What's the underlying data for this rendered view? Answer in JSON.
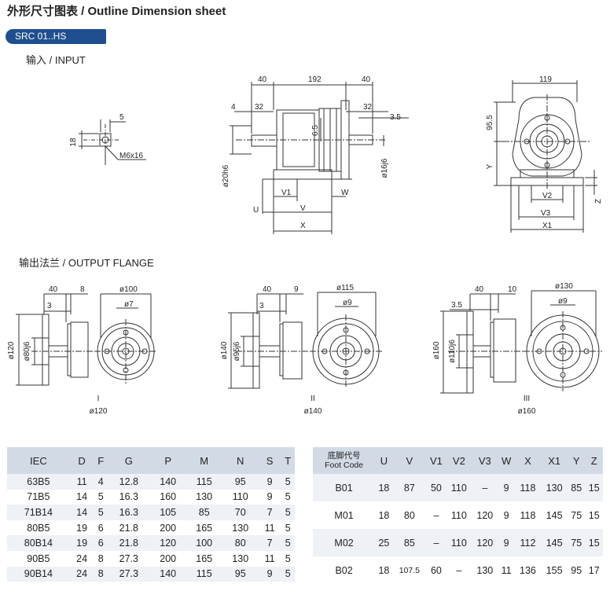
{
  "header": {
    "title": "外形尺寸图表 / Outline Dimension sheet",
    "badge": "SRC 01..HS"
  },
  "sections": {
    "input": "输入 / INPUT",
    "output": "输出法兰 / OUTPUT  FLANGE"
  },
  "input_drawing": {
    "key_small": {
      "width": "5",
      "height": "18",
      "thread": "M6x16"
    },
    "side": {
      "d40a": "40",
      "d192": "192",
      "d40b": "40",
      "d4": "4",
      "d32a": "32",
      "d32b": "32",
      "d6_5": "6.5",
      "d3_5": "3.5",
      "shaft_in": "ø20h6",
      "shaft_out": "ø16j6",
      "U": "U",
      "V": "V",
      "V1": "V1",
      "W": "W",
      "X": "X"
    },
    "front": {
      "d119": "119",
      "d95_5": "95.5",
      "Y": "Y",
      "Z": "Z",
      "V2": "V2",
      "V3": "V3",
      "X1": "X1"
    }
  },
  "flanges": [
    {
      "roman": "I",
      "dia": "ø120",
      "d40": "40",
      "d8": "8",
      "d3": "3",
      "pcd": "ø100",
      "hole": "ø7",
      "outer": "ø120",
      "pilot": "ø80j6"
    },
    {
      "roman": "II",
      "dia": "ø140",
      "d40": "40",
      "d8": "9",
      "d3": "3",
      "pcd": "ø115",
      "hole": "ø9",
      "outer": "ø140",
      "pilot": "ø95j6"
    },
    {
      "roman": "III",
      "dia": "ø160",
      "d40": "40",
      "d8": "10",
      "d3": "3.5",
      "pcd": "ø130",
      "hole": "ø9",
      "outer": "ø160",
      "pilot": "ø110j6"
    }
  ],
  "iec_table": {
    "headers": [
      "IEC",
      "D",
      "F",
      "G",
      "P",
      "M",
      "N",
      "S",
      "T"
    ],
    "rows": [
      [
        "63B5",
        "11",
        "4",
        "12.8",
        "140",
        "115",
        "95",
        "9",
        "5"
      ],
      [
        "71B5",
        "14",
        "5",
        "16.3",
        "160",
        "130",
        "110",
        "9",
        "5"
      ],
      [
        "71B14",
        "14",
        "5",
        "16.3",
        "105",
        "85",
        "70",
        "7",
        "5"
      ],
      [
        "80B5",
        "19",
        "6",
        "21.8",
        "200",
        "165",
        "130",
        "11",
        "5"
      ],
      [
        "80B14",
        "19",
        "6",
        "21.8",
        "120",
        "100",
        "80",
        "7",
        "5"
      ],
      [
        "90B5",
        "24",
        "8",
        "27.3",
        "200",
        "165",
        "130",
        "11",
        "5"
      ],
      [
        "90B14",
        "24",
        "8",
        "27.3",
        "140",
        "115",
        "95",
        "9",
        "5"
      ]
    ]
  },
  "foot_table": {
    "header_cn": "底脚代号",
    "header_en": "Foot Code",
    "headers": [
      "U",
      "V",
      "V1",
      "V2",
      "V3",
      "W",
      "X",
      "X1",
      "Y",
      "Z"
    ],
    "rows": [
      [
        "B01",
        "18",
        "87",
        "50",
        "110",
        "–",
        "9",
        "118",
        "130",
        "85",
        "15"
      ],
      [
        "M01",
        "18",
        "80",
        "–",
        "110",
        "120",
        "9",
        "118",
        "145",
        "75",
        "15"
      ],
      [
        "M02",
        "25",
        "85",
        "–",
        "110",
        "120",
        "9",
        "112",
        "145",
        "75",
        "15"
      ],
      [
        "B02",
        "18",
        "107.5",
        "60",
        "–",
        "130",
        "11",
        "136",
        "155",
        "95",
        "17"
      ]
    ]
  }
}
